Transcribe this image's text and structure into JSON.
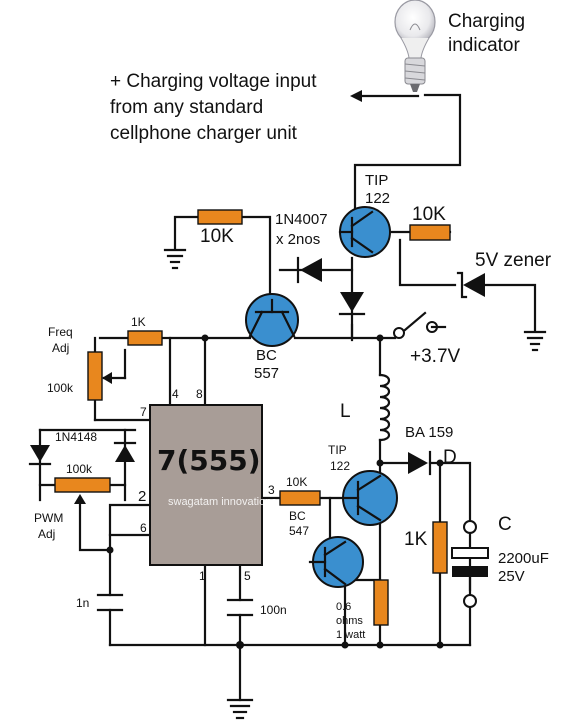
{
  "diagram": {
    "labels": {
      "charging_indicator_1": "Charging",
      "charging_indicator_2": "indicator",
      "input_1": "+ Charging voltage input",
      "input_2": "from any standard",
      "input_3": "cellphone charger unit",
      "tip122_top_1": "TIP",
      "tip122_top_2": "122",
      "r10k_left": "10K",
      "diode_1n4007_1": "1N4007",
      "diode_1n4007_2": "x 2nos",
      "r10k_right": "10K",
      "zener": "5V zener",
      "r1k_freq": "1K",
      "freq_adj_1": "Freq",
      "freq_adj_2": "Adj",
      "pot100k_freq": "100k",
      "bc557_1": "BC",
      "bc557_2": "557",
      "v37": "+3.7V",
      "pin4": "4",
      "pin8": "8",
      "pin7": "7",
      "ic_label": "7(555)",
      "inductor": "L",
      "ba159": "BA 159",
      "diode_d": "D",
      "d1n4148": "1N4148",
      "pot100k_pwm": "100k",
      "pwm_adj_1": "PWM",
      "pwm_adj_2": "Adj",
      "pin2": "2",
      "pin6": "6",
      "pin3": "3",
      "r10k_base": "10K",
      "tip122_bot_1": "TIP",
      "tip122_bot_2": "122",
      "r1k_right": "1K",
      "cap_c": "C",
      "cap_val_1": "2200uF",
      "cap_val_2": "25V",
      "bc547_1": "BC",
      "bc547_2": "547",
      "watermark": "swagatam innovations",
      "cap_1n": "1n",
      "pin1": "1",
      "pin5": "5",
      "cap_100n": "100n",
      "shunt_1": "0.6",
      "shunt_2": "ohms",
      "shunt_3": "1 watt"
    },
    "colors": {
      "resistor": "#e8871e",
      "transistor": "#3a8fcf",
      "ic_body": "#a89d97",
      "wire": "#111111"
    }
  }
}
